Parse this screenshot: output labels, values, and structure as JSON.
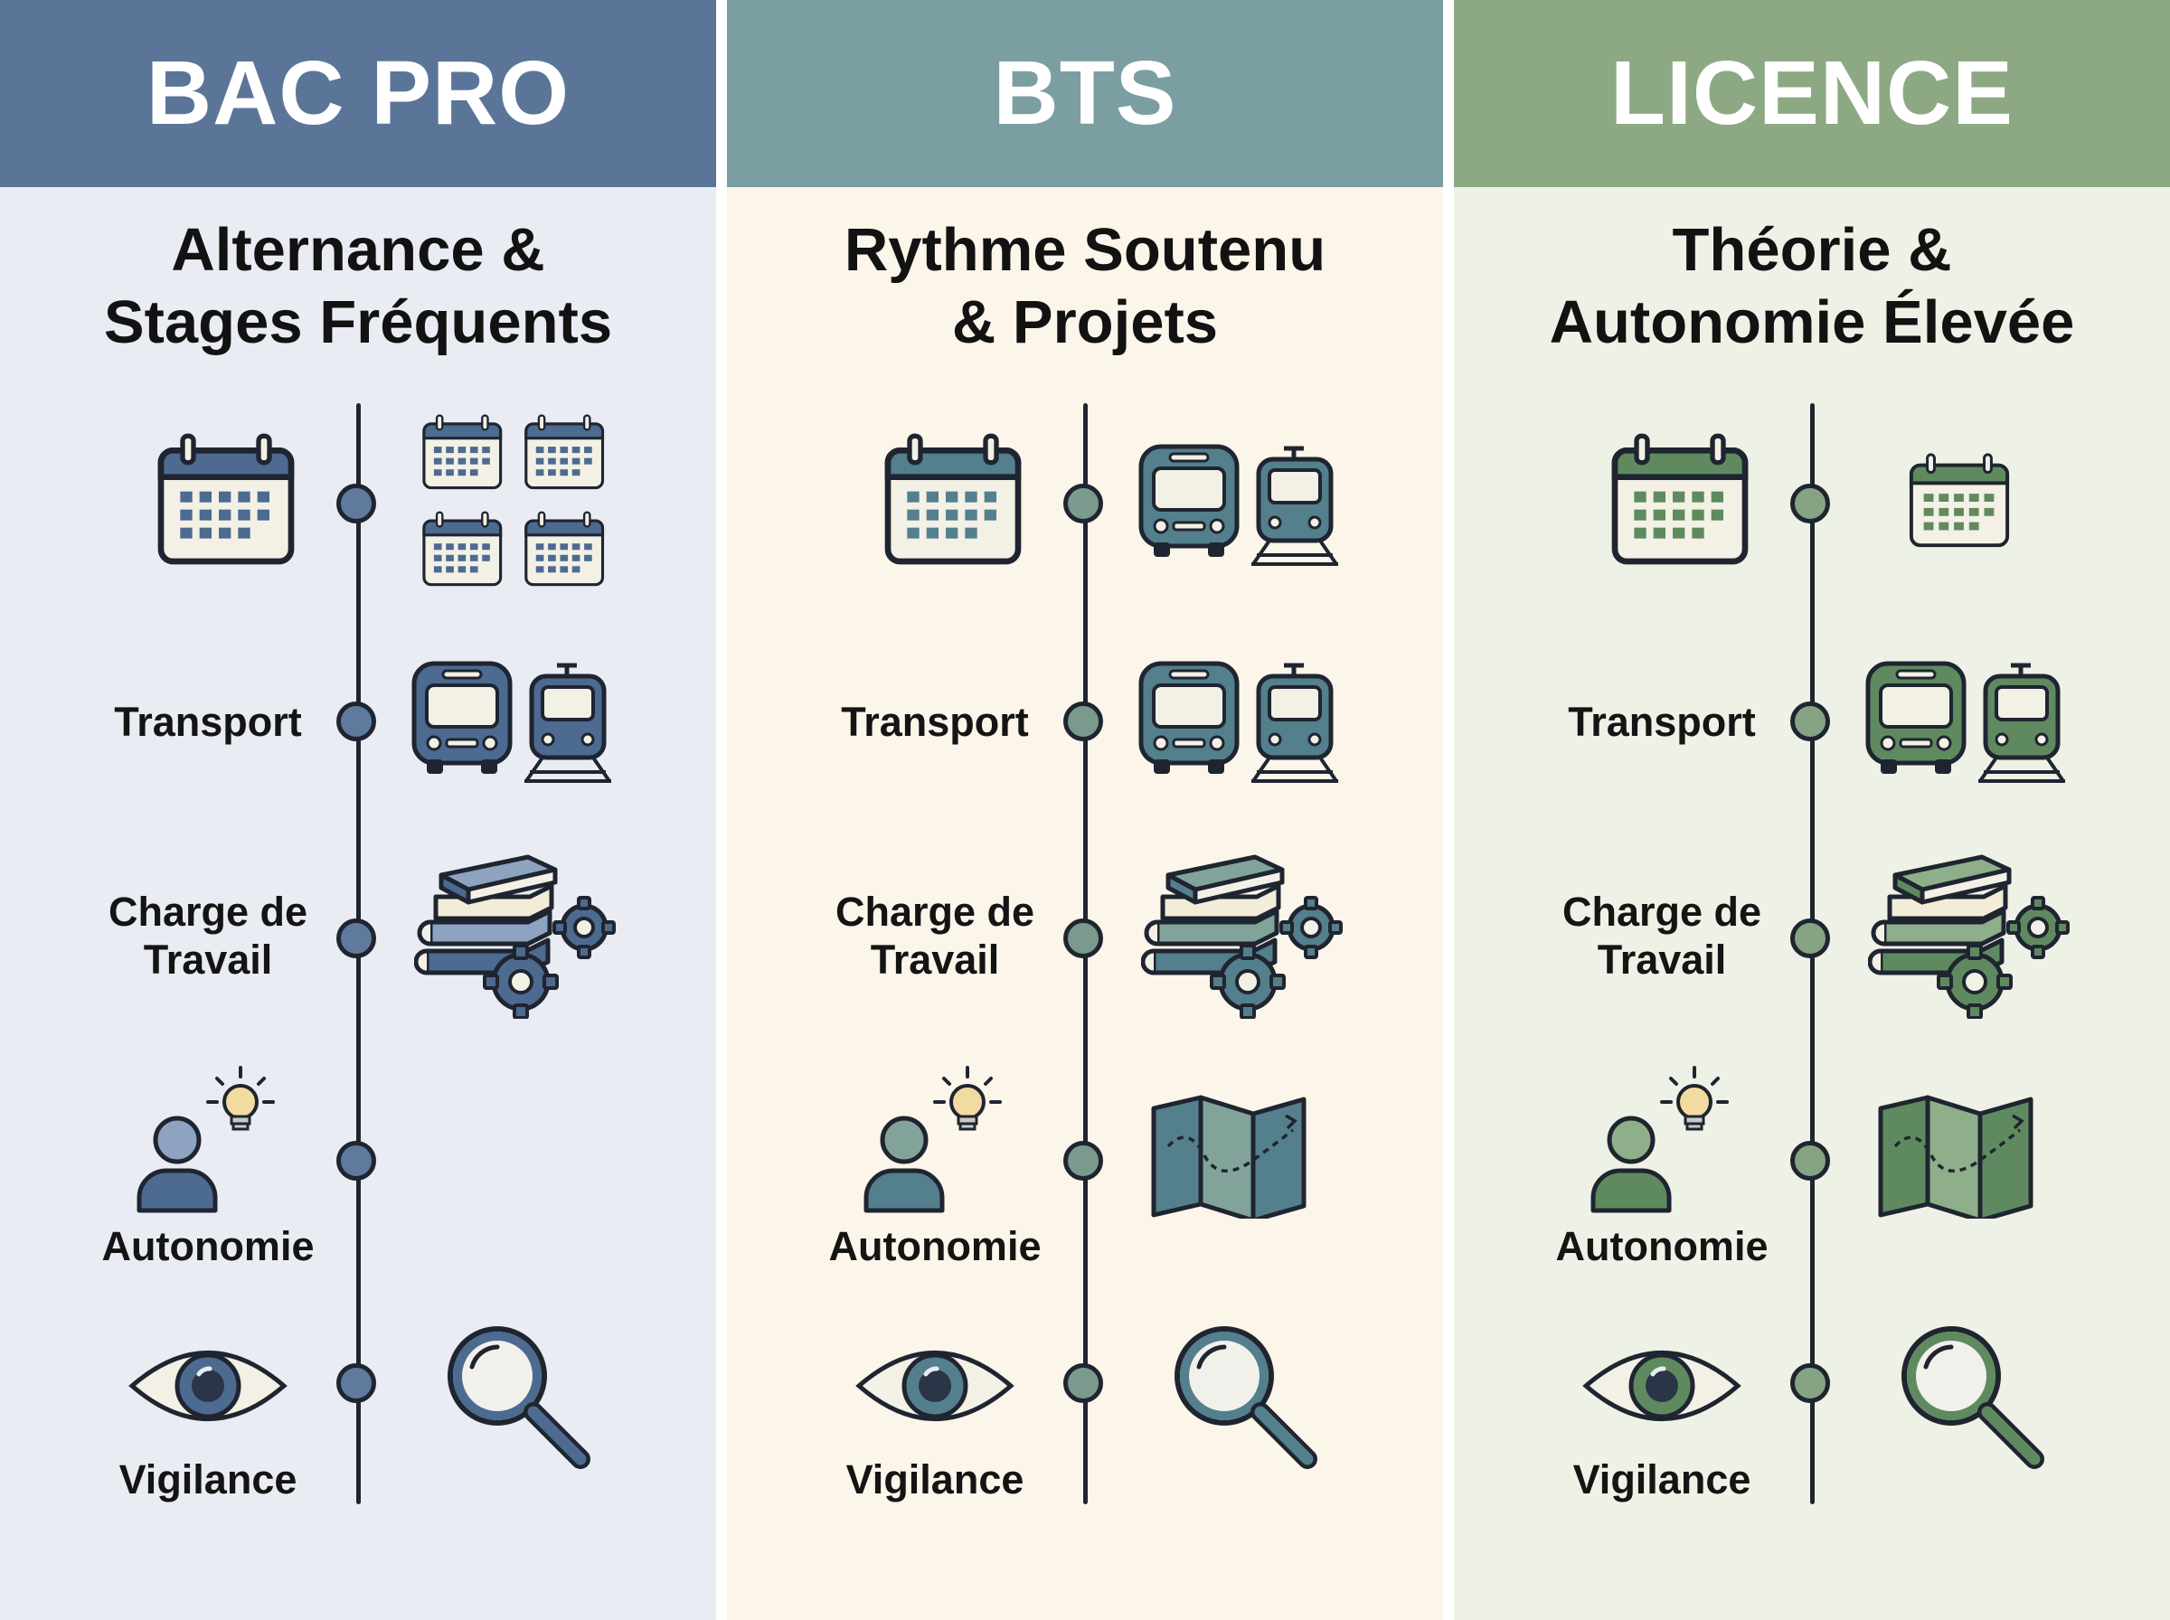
{
  "columns": [
    {
      "title": "BAC PRO",
      "subtitle_lines": [
        "Alternance &",
        "Stages Fréquents"
      ],
      "colors": {
        "header": "#5b7599",
        "panel": "#e9edf3",
        "accent": "#4d6a90",
        "accent_light": "#8da3c0",
        "node": "#5f7a9c"
      },
      "rows": [
        {
          "key": "calendar",
          "label_lines": [],
          "right_icon": "calendar-grid-icon"
        },
        {
          "key": "transport",
          "label_lines": [
            "Transport"
          ],
          "right_icon": "bus-train-icon"
        },
        {
          "key": "charge",
          "label_lines": [
            "Charge de",
            "Travail"
          ],
          "right_icon": "books-gears-icon"
        },
        {
          "key": "autonomie",
          "label_lines": [
            "Autonomie"
          ],
          "right_icon": ""
        },
        {
          "key": "vigilance",
          "label_lines": [
            "Vigilance"
          ],
          "right_icon": "magnifier-icon"
        }
      ]
    },
    {
      "title": "BTS",
      "subtitle_lines": [
        "Rythme Soutenu",
        "& Projets"
      ],
      "colors": {
        "header": "#7b9ea3",
        "panel": "#fcf5ea",
        "accent": "#547f8c",
        "accent_light": "#82a39a",
        "node": "#7b9a8e"
      },
      "rows": [
        {
          "key": "calendar",
          "label_lines": [],
          "right_icon": "bus-train-icon"
        },
        {
          "key": "transport",
          "label_lines": [
            "Transport"
          ],
          "right_icon": "bus-train-icon"
        },
        {
          "key": "charge",
          "label_lines": [
            "Charge de",
            "Travail"
          ],
          "right_icon": "books-gears-icon"
        },
        {
          "key": "autonomie",
          "label_lines": [
            "Autonomie"
          ],
          "right_icon": "map-icon"
        },
        {
          "key": "vigilance",
          "label_lines": [
            "Vigilance"
          ],
          "right_icon": "magnifier-icon"
        }
      ]
    },
    {
      "title": "LICENCE",
      "subtitle_lines": [
        "Théorie &",
        "Autonomie Élevée"
      ],
      "colors": {
        "header": "#8da983",
        "panel": "#eef1e5",
        "accent": "#5f8a5f",
        "accent_light": "#8fae8a",
        "node": "#86a383"
      },
      "rows": [
        {
          "key": "calendar",
          "label_lines": [],
          "right_icon": "calendar-small-icon"
        },
        {
          "key": "transport",
          "label_lines": [
            "Transport"
          ],
          "right_icon": "bus-train-icon"
        },
        {
          "key": "charge",
          "label_lines": [
            "Charge de",
            "Travail"
          ],
          "right_icon": "books-gears-icon"
        },
        {
          "key": "autonomie",
          "label_lines": [
            "Autonomie"
          ],
          "right_icon": "map-icon"
        },
        {
          "key": "vigilance",
          "label_lines": [
            "Vigilance"
          ],
          "right_icon": "magnifier-icon"
        }
      ]
    }
  ]
}
